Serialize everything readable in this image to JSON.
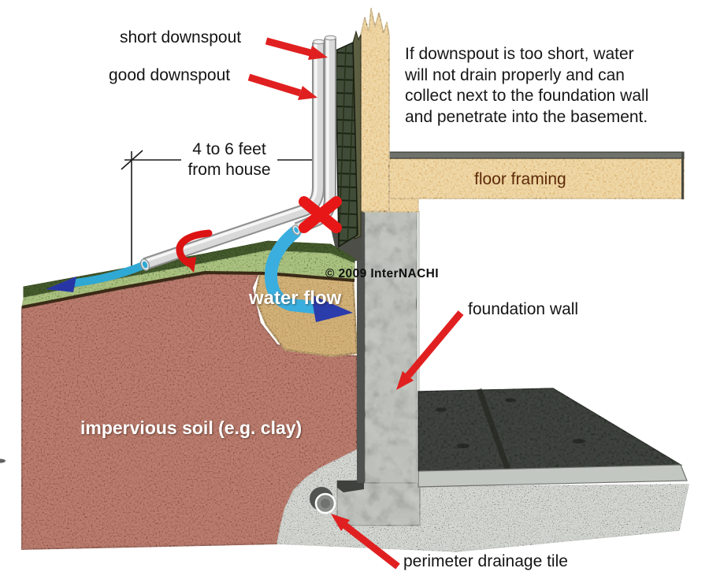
{
  "diagram": {
    "labels": {
      "short_downspout": "short downspout",
      "good_downspout": "good downspout",
      "dimension_line1": "4 to 6 feet",
      "dimension_line2": "from house",
      "floor_framing": "floor framing",
      "foundation_wall": "foundation wall",
      "water_flow": "water flow",
      "impervious_soil": "impervious soil (e.g. clay)",
      "perimeter_drainage_tile": "perimeter drainage tile"
    },
    "note_lines": [
      "If downspout is too short, water",
      "will not drain properly and can",
      "collect next to the foundation wall",
      "and penetrate into the basement."
    ],
    "copyright": "© 2009 InterNACHI",
    "colors": {
      "clay_soil": "#b4695c",
      "backfill_soil": "#c9a05e",
      "grass": "#85ab58",
      "grass_top": "#2e3c20",
      "gravel": "#a9aca5",
      "concrete": "#b5b8b3",
      "wood": "#eccb8d",
      "slab": "#3b3e3b",
      "siding": "#414c38",
      "downspout_pipe": "#d9d9d9",
      "pointer_red": "#e02020",
      "water_blue": "#3aaede",
      "water_arrow_blue": "#2b3cab"
    }
  }
}
